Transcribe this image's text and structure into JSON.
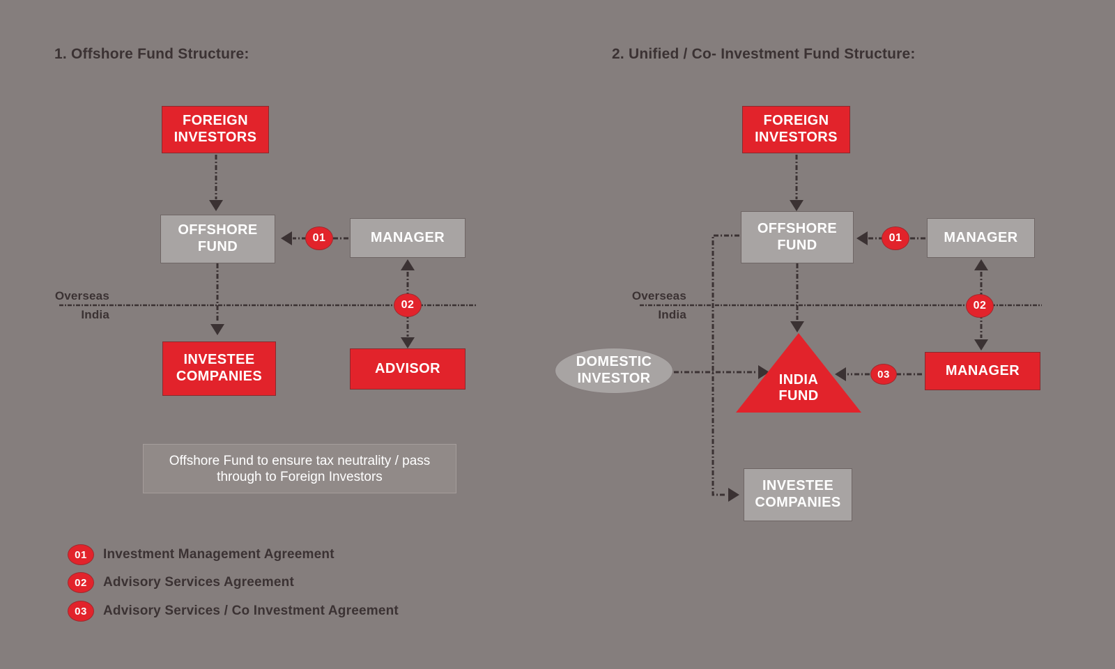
{
  "colors": {
    "background": "#857E7D",
    "accent_red": "#E2232B",
    "gray_box": "#A8A4A3",
    "dark_line_text": "#3B3233",
    "note_fill": "#918A88",
    "box_text": "#FFFFFF"
  },
  "left": {
    "title": "1. Offshore Fund Structure:",
    "nodes": {
      "foreign_investors": "FOREIGN INVESTORS",
      "offshore_fund": "OFFSHORE FUND",
      "manager": "MANAGER",
      "investee_companies": "INVESTEE COMPANIES",
      "advisor": "ADVISOR"
    },
    "badges": {
      "b01": "01",
      "b02": "02"
    },
    "divider": {
      "top": "Overseas",
      "bottom": "India"
    },
    "note": "Offshore Fund to ensure tax neutrality / pass through to Foreign Investors"
  },
  "right": {
    "title": "2. Unified  / Co- Investment Fund Structure:",
    "nodes": {
      "foreign_investors": "FOREIGN INVESTORS",
      "offshore_fund": "OFFSHORE FUND",
      "manager_top": "MANAGER",
      "domestic_investor": "DOMESTIC INVESTOR",
      "india_fund": "INDIA FUND",
      "manager_bottom": "MANAGER",
      "investee_companies": "INVESTEE COMPANIES"
    },
    "badges": {
      "b01": "01",
      "b02": "02",
      "b03": "03"
    },
    "divider": {
      "top": "Overseas",
      "bottom": "India"
    }
  },
  "legend": {
    "items": [
      {
        "badge": "01",
        "label": "Investment Management Agreement"
      },
      {
        "badge": "02",
        "label": "Advisory Services Agreement"
      },
      {
        "badge": "03",
        "label": "Advisory Services / Co Investment Agreement"
      }
    ]
  }
}
